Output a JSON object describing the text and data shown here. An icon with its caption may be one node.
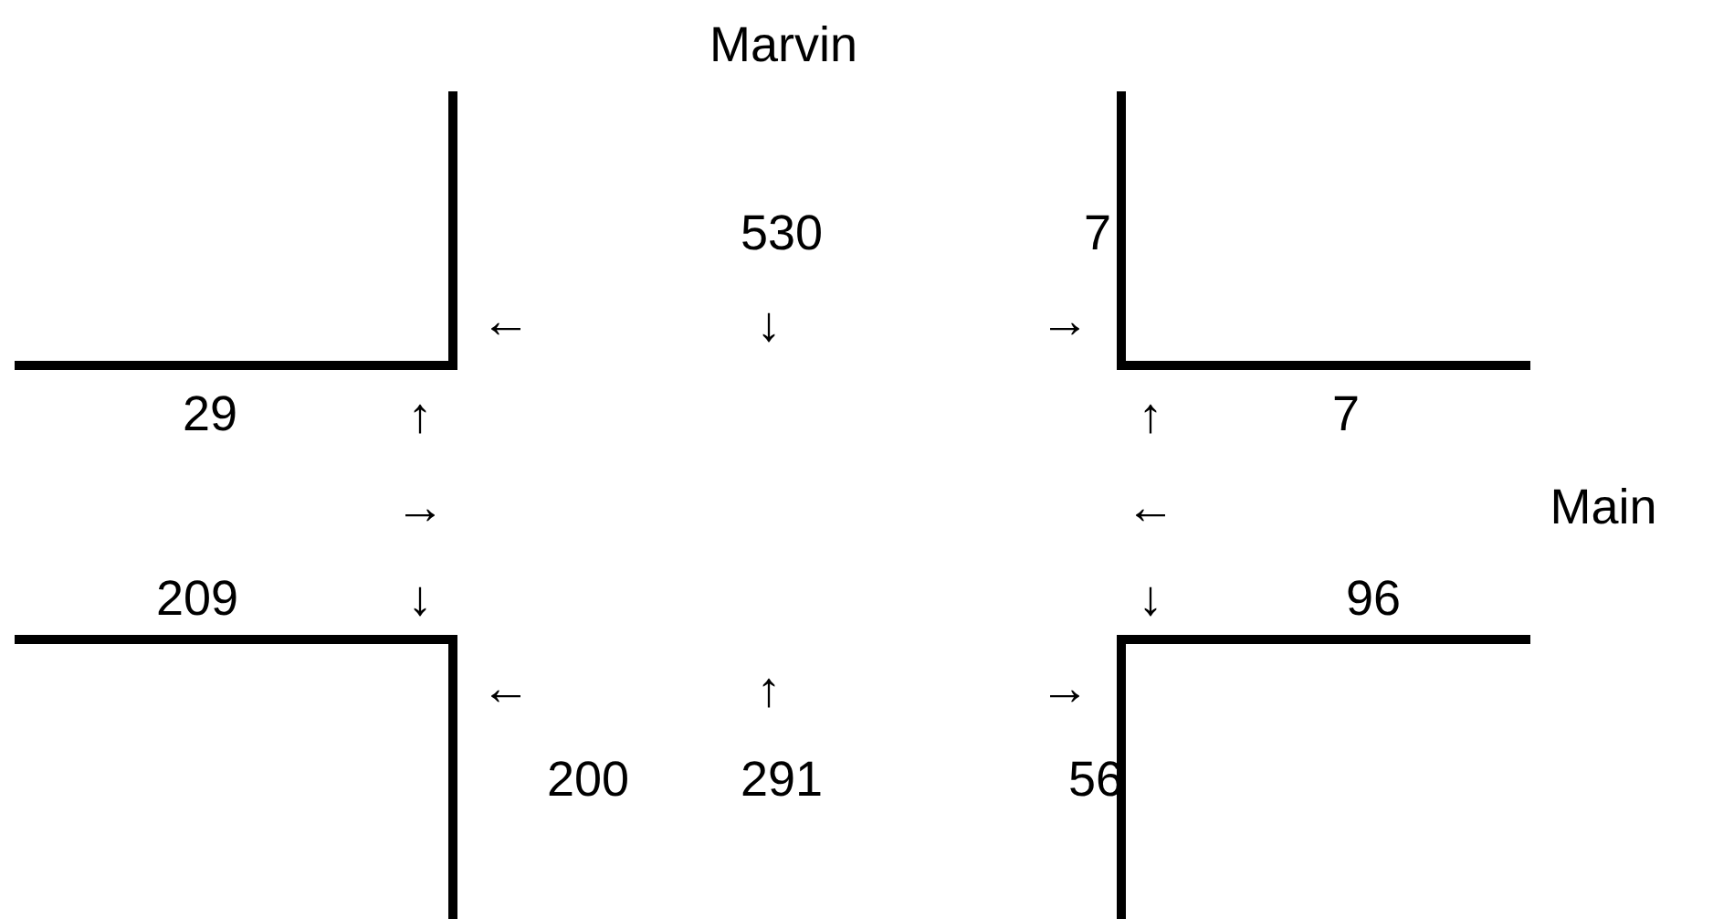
{
  "diagram": {
    "labels": [
      "Marvin",
      "530",
      "7",
      "←",
      "↓",
      "→",
      "29",
      "↑",
      "↑",
      "7",
      "→",
      "←",
      "Main",
      "209",
      "↓",
      "↓",
      "96",
      "←",
      "↑",
      "→",
      "200",
      "291",
      "56"
    ]
  }
}
